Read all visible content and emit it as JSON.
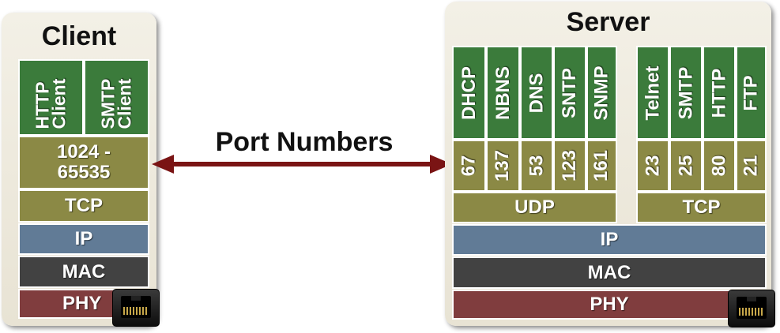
{
  "client": {
    "title": "Client",
    "apps": [
      "HTTP Client",
      "SMTP Client"
    ],
    "port_range": "1024 - 65535",
    "transport": "TCP",
    "network": "IP",
    "mac": "MAC",
    "phy": "PHY"
  },
  "server": {
    "title": "Server",
    "udp_apps": [
      {
        "name": "DHCP",
        "port": "67"
      },
      {
        "name": "NBNS",
        "port": "137"
      },
      {
        "name": "DNS",
        "port": "53"
      },
      {
        "name": "SNTP",
        "port": "123"
      },
      {
        "name": "SNMP",
        "port": "161"
      }
    ],
    "tcp_apps": [
      {
        "name": "Telnet",
        "port": "23"
      },
      {
        "name": "SMTP",
        "port": "25"
      },
      {
        "name": "HTTP",
        "port": "80"
      },
      {
        "name": "FTP",
        "port": "21"
      }
    ],
    "udp": "UDP",
    "tcp": "TCP",
    "network": "IP",
    "mac": "MAC",
    "phy": "PHY"
  },
  "arrow": {
    "label": "Port Numbers"
  },
  "colors": {
    "app": "#3b7b3b",
    "transport": "#8b8945",
    "network": "#617b96",
    "mac": "#424242",
    "phy": "#803d3e",
    "arrow": "#7a1414"
  }
}
